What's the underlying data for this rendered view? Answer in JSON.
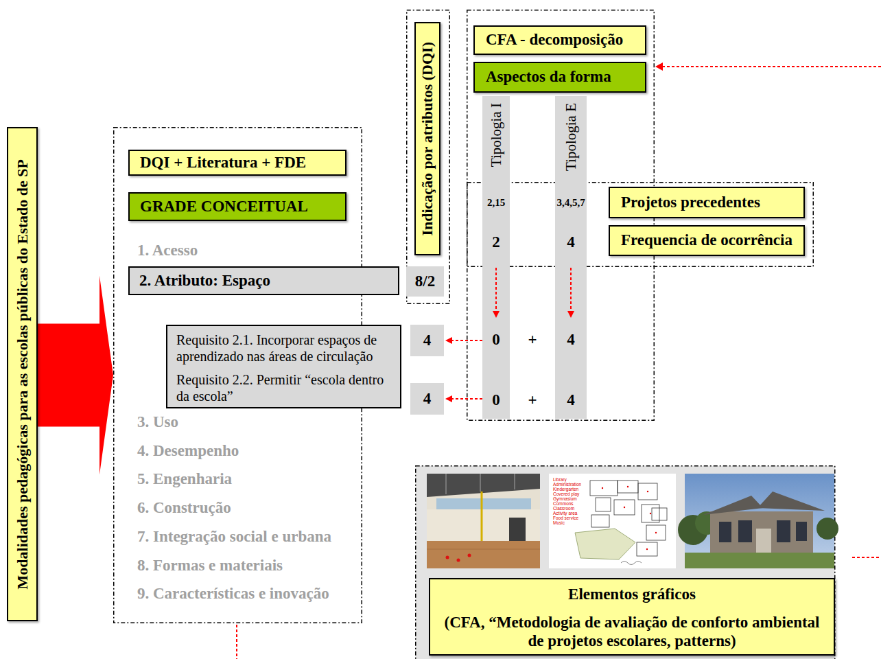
{
  "diagram": {
    "nodes": [
      {
        "text": [
          "Modalidades pedagógicas para as escolas públicas do Estado de SP"
        ]
      },
      {
        "text": [
          "1. Acesso",
          "3. Uso",
          "4. Desempenho",
          "5. Engenharia",
          "6. Construção",
          "7. Integração social e urbana",
          "8. Formas e materiais",
          "9. Características e inovação"
        ]
      },
      {
        "text": [
          "DQI + Literatura + FDE"
        ],
        "in": 1
      },
      {
        "text": [
          "GRADE CONCEITUAL"
        ],
        "in": 1
      },
      {
        "text": [
          "2. Atributo: Espaço"
        ],
        "in": 1
      },
      {
        "text": [
          "Requisito 2.1. Incorporar espaços de aprendizado nas áreas de circulação",
          "Requisito 2.2. Permitir “escola dentro da escola”"
        ],
        "in": 1
      },
      {
        "text": [
          "Indicação por atributos (DQI)"
        ]
      },
      {
        "text": [
          "8/2"
        ]
      },
      {
        "text": [
          "4"
        ]
      },
      {
        "text": [
          "4"
        ]
      },
      {
        "text": [
          "CFA - decomposição"
        ]
      },
      {
        "text": [
          "Aspectos da forma"
        ]
      },
      {
        "text": [
          "Tipologia I",
          "2,15",
          "2",
          "0",
          "0"
        ]
      },
      {
        "text": [
          "Tipologia E",
          "3,4,5,7",
          "4",
          "4",
          "4"
        ]
      },
      {
        "text": [
          "Projetos precedentes"
        ]
      },
      {
        "text": [
          "Frequencia de ocorrência"
        ]
      },
      {
        "text": [
          "Elementos gráficos",
          "(CFA, “Metodologia de avaliação de conforto ambiental de projetos escolares, patterns)"
        ]
      }
    ],
    "edges": [
      {
        "from": 0,
        "to": 1,
        "arrow": "to"
      },
      {
        "from": 12,
        "to": 8,
        "arrow": "to"
      },
      {
        "from": 12,
        "to": 9,
        "arrow": "to"
      }
    ],
    "labels": [
      "+",
      "+",
      "Library",
      "Administration",
      "Kindergarten",
      "Covered play",
      "Gymnasium",
      "Commons",
      "Classroom",
      "Activity area",
      "Food service",
      "Music"
    ]
  }
}
